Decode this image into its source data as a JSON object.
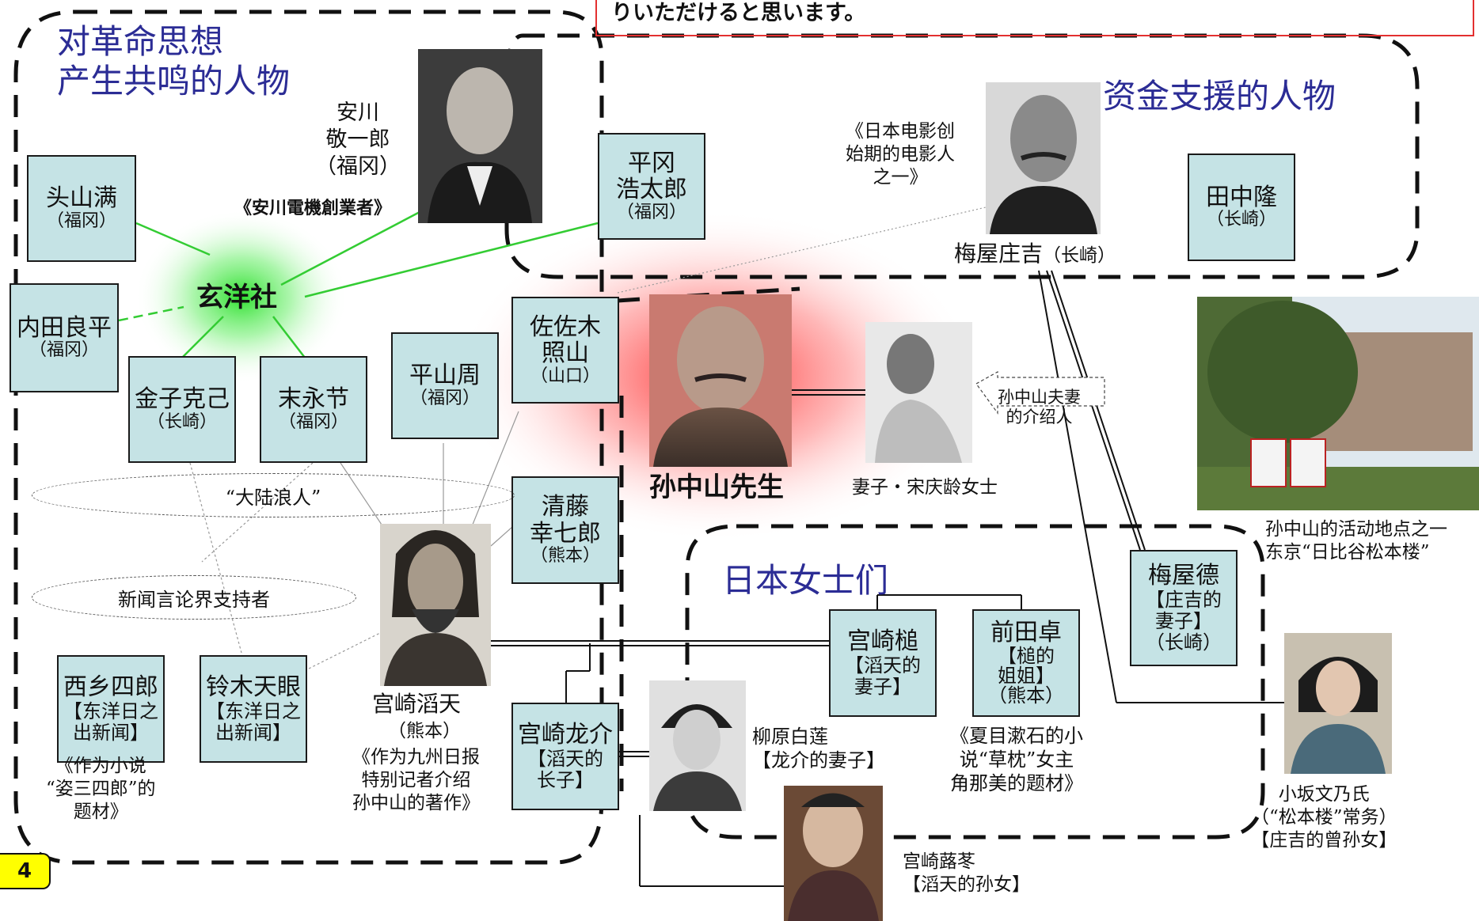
{
  "note_text": "りいただけると思います。",
  "page_number": "4",
  "groups": {
    "sympathizers": "对革命思想\n产生共鸣的人物",
    "funders": "资金支援的人物",
    "women": "日本女士们"
  },
  "center_org": "玄洋社",
  "people": {
    "toyama": {
      "name": "头山满",
      "pref": "（福冈）"
    },
    "uchida": {
      "name": "内田良平",
      "pref": "（福冈）"
    },
    "kaneko": {
      "name": "金子克己",
      "pref": "（长崎）"
    },
    "suenaga": {
      "name": "末永节",
      "pref": "（福冈）"
    },
    "hirayama": {
      "name": "平山周",
      "pref": "（福冈）"
    },
    "sasaki": {
      "name": "佐佐木\n照山",
      "pref": "（山口）"
    },
    "hiraoka": {
      "name": "平冈\n浩太郎",
      "pref": "（福冈）"
    },
    "tanaka": {
      "name": "田中隆",
      "pref": "（长崎）"
    },
    "kiyofuji": {
      "name": "清藤\n幸七郎",
      "pref": "（熊本）"
    },
    "saigo": {
      "name": "西乡四郎",
      "sub": "【东洋日之\n出新闻】"
    },
    "suzuki": {
      "name": "铃木天眼",
      "sub": "【东洋日之\n出新闻】"
    },
    "ryusuke": {
      "name": "宫崎龙介",
      "sub": "【滔天的\n长子】"
    },
    "tsuchi": {
      "name": "宫崎槌",
      "sub": "【滔天的\n妻子】"
    },
    "maeda": {
      "name": "前田卓",
      "sub": "【槌的\n姐姐】\n（熊本）"
    },
    "umeya_toku": {
      "name": "梅屋德",
      "sub": "【庄吉的\n妻子】\n（长崎）"
    }
  },
  "captions": {
    "yasukawa": "安川\n敬一郎\n（福冈）",
    "yasukawa_note": "《安川電機創業者》",
    "umeya_note": "《日本电影创\n始期的电影人\n之一》",
    "umeya": "梅屋庄吉",
    "umeya_pref": "（长崎）",
    "sun": "孙中山先生",
    "soong": "妻子・宋庆龄女士",
    "introducer": "孙中山夫妻\n的介绍人",
    "venue": "孙中山的活动地点之一\n东京“日比谷松本楼”",
    "tairiku": "“大陆浪人”",
    "press": "新闻言论界支持者",
    "saigo_note": "《作为小说\n“姿三四郎”的\n题材》",
    "toten": "宫崎滔天",
    "toten_pref": "（熊本）",
    "toten_note": "《作为九州日报\n特别记者介绍\n孙中山的著作》",
    "byakuren": "柳原白莲\n【龙介的妻子】",
    "maeda_note": "《夏目漱石的小\n说“草枕”女主\n角那美的题材》",
    "fumino": "小坂文乃氏\n（“松本楼”常务）\n【庄吉的曾孙女】",
    "fuki": "宫崎蕗苳\n【滔天的孙女】"
  },
  "colors": {
    "title": "#2b2c95",
    "box_fill": "#c5e3e5",
    "green": "#2ecc2e",
    "note_border": "#e33030"
  }
}
